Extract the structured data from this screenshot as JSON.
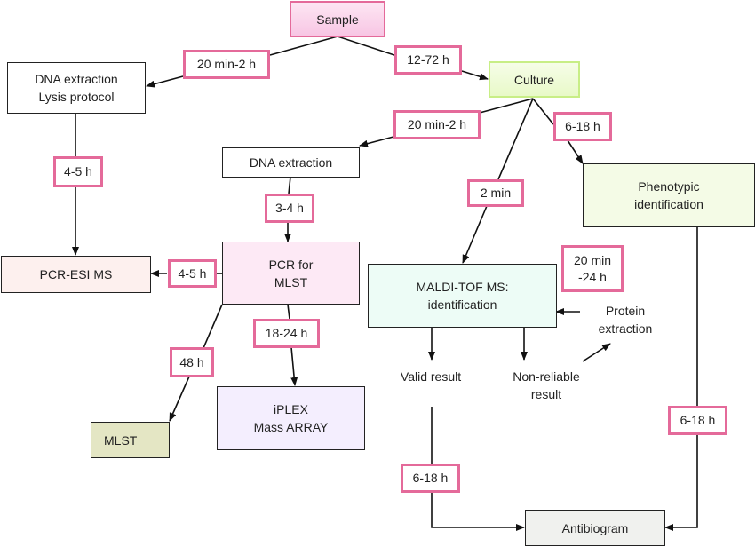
{
  "nodes": {
    "sample": "Sample",
    "culture": "Culture",
    "dna_lysis": "DNA extraction\nLysis protocol",
    "dna_extraction": "DNA extraction",
    "phenotypic": "Phenotypic\nidentification",
    "pcr_esi_ms": "PCR-ESI MS",
    "pcr_mlst": "PCR for\nMLST",
    "mlst": "MLST",
    "iplex": "iPLEX\nMass ARRAY",
    "maldi": "MALDI-TOF MS:\nidentification",
    "antibiogram": "Antibiogram"
  },
  "times": {
    "sample_to_lysis": "20 min-2 h",
    "sample_to_culture": "12-72 h",
    "lysis_to_pcresi": "4-5 h",
    "culture_to_dna": "20 min-2 h",
    "culture_to_phen": "6-18 h",
    "culture_to_maldi": "2 min",
    "dna_to_pcr": "3-4 h",
    "pcr_to_pcresi": "4-5 h",
    "pcr_to_iplex": "18-24 h",
    "pcr_to_mlst": "48 h",
    "protein_extraction": "20 min\n-24 h",
    "valid_to_antibio": "6-18 h",
    "phen_to_antibio": "6-18 h"
  },
  "labels": {
    "protein_extraction": "Protein\nextraction",
    "valid_result": "Valid result",
    "non_reliable": "Non-reliable\nresult"
  },
  "colors": {
    "time_border": "#e46a9a",
    "line": "#111111"
  }
}
